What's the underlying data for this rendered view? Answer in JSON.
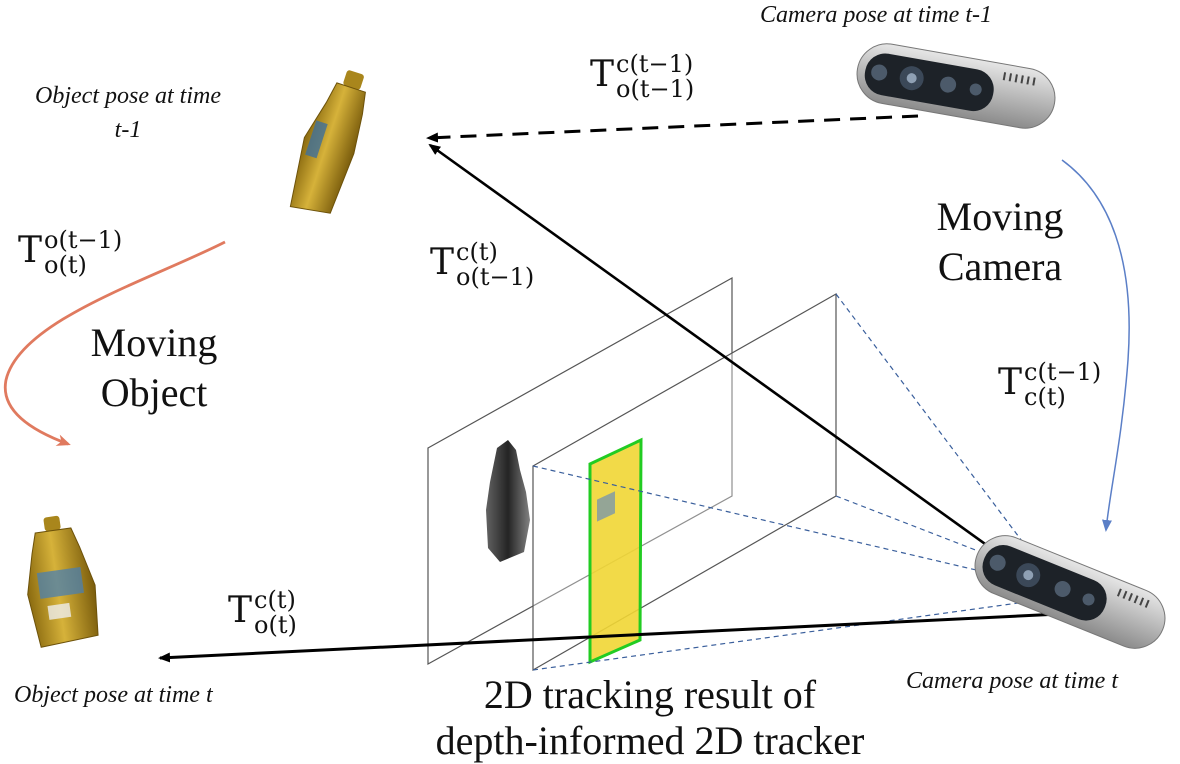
{
  "labels": {
    "obj_prev": "Object pose at time",
    "obj_prev_line2": "t-1",
    "obj_cur": "Object pose at time t",
    "cam_prev": "Camera pose at time t-1",
    "cam_cur": "Camera pose at time t",
    "moving_camera_1": "Moving",
    "moving_camera_2": "Camera",
    "moving_object_1": "Moving",
    "moving_object_2": "Object",
    "tracker_1": "2D tracking result of",
    "tracker_2": "depth-informed 2D tracker"
  },
  "transforms": {
    "t1": {
      "base": "T",
      "sup": "c(t−1)",
      "sub": "o(t−1)"
    },
    "t2": {
      "base": "T",
      "sup": "o(t−1)",
      "sub": "o(t)"
    },
    "t3": {
      "base": "T",
      "sup": "c(t)",
      "sub": "o(t−1)"
    },
    "t4": {
      "base": "T",
      "sup": "c(t−1)",
      "sub": "c(t)"
    },
    "t5": {
      "base": "T",
      "sup": "c(t)",
      "sub": "o(t)"
    }
  },
  "colors": {
    "object_arrow": "#e07a5f",
    "camera_arrow": "#5b7fc7",
    "bottle_yellow": "#c9a227",
    "bbox_green": "#22cc22",
    "camera_body": "#c8c8c8"
  },
  "icons": [
    "mustard-bottle-icon",
    "depth-camera-icon"
  ]
}
